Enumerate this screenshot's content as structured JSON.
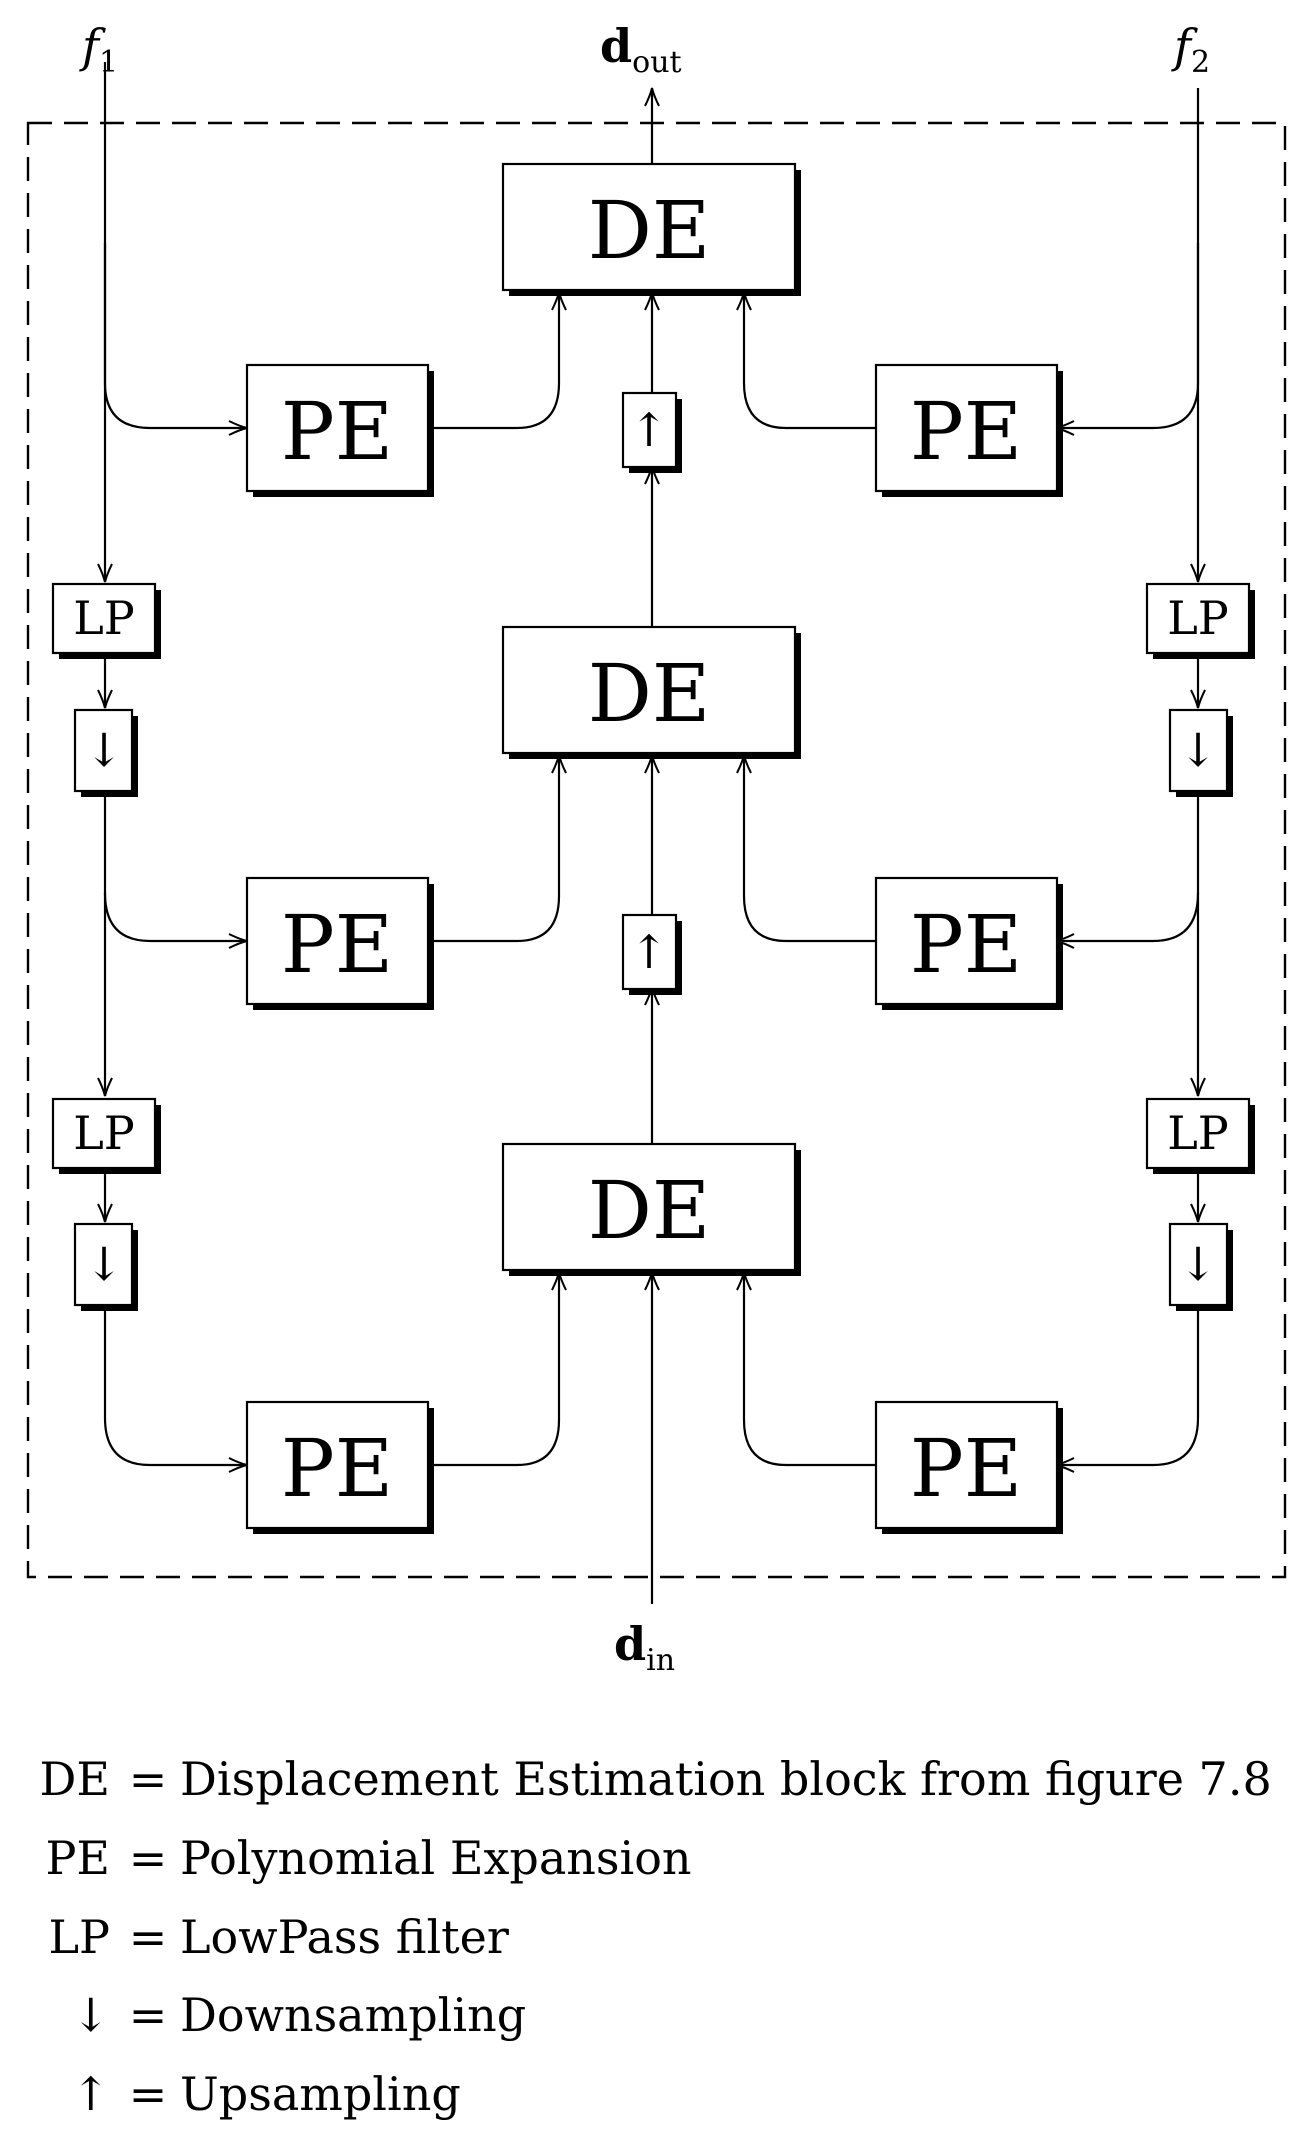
{
  "inputs": {
    "f1": {
      "main": "f",
      "sub": "1"
    },
    "f2": {
      "main": "f",
      "sub": "2"
    },
    "d_out": {
      "main": "d",
      "sub": "out"
    },
    "d_in": {
      "main": "d",
      "sub": "in"
    }
  },
  "blocks": {
    "de": "DE",
    "pe": "PE",
    "lp": "LP",
    "down": "↓",
    "up": "↑"
  },
  "legend": [
    {
      "symbol": "DE",
      "eq": "=",
      "text": "Displacement Estimation block from figure 7.8"
    },
    {
      "symbol": "PE",
      "eq": "=",
      "text": "Polynomial Expansion"
    },
    {
      "symbol": "LP",
      "eq": "=",
      "text": "LowPass filter"
    },
    {
      "symbol": "↓",
      "eq": "=",
      "text": "Downsampling"
    },
    {
      "symbol": "↑",
      "eq": "=",
      "text": "Upsampling"
    }
  ]
}
